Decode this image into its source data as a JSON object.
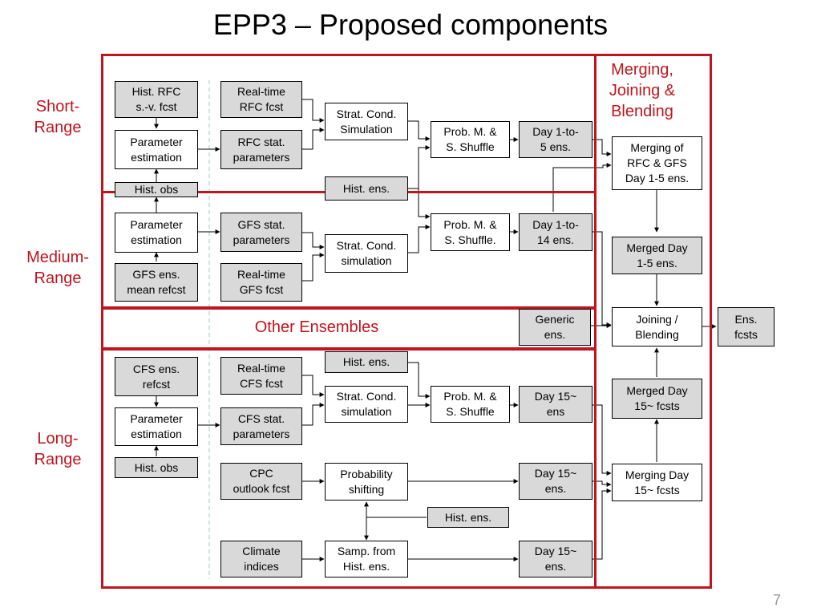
{
  "title": "EPP3 – Proposed components",
  "page_number": "7",
  "regions": {
    "short": "Short-\nRange",
    "medium": "Medium-\nRange",
    "long": "Long-\nRange",
    "other": "Other Ensembles",
    "merging": "Merging,\nJoining &\nBlending"
  },
  "nodes": {
    "hist_rfc": "Hist. RFC\ns.-v. fcst",
    "param_est_short": "Parameter\nestimation",
    "hist_obs_short": "Hist. obs",
    "rt_rfc": "Real-time\nRFC fcst",
    "rfc_stat": "RFC stat.\nparameters",
    "strat_short": "Strat. Cond.\nSimulation",
    "hist_ens_short": "Hist. ens.",
    "prob_short": "Prob. M. &\nS. Shuffle",
    "day1_5": "Day 1-to-\n5 ens.",
    "param_est_med": "Parameter\nestimation",
    "gfs_mean": "GFS ens.\nmean refcst",
    "gfs_stat": "GFS stat.\nparameters",
    "rt_gfs": "Real-time\nGFS fcst",
    "strat_med": "Strat. Cond.\nsimulation",
    "prob_med": "Prob. M. &\nS. Shuffle.",
    "day1_14": "Day 1-to-\n14 ens.",
    "generic": "Generic\nens.",
    "cfs_refcst": "CFS ens.\nrefcst",
    "param_est_long": "Parameter\nestimation",
    "hist_obs_long": "Hist. obs",
    "rt_cfs": "Real-time\nCFS fcst",
    "cfs_stat": "CFS stat.\nparameters",
    "hist_ens_long1": "Hist. ens.",
    "strat_long": "Strat. Cond.\nsimulation",
    "prob_long": "Prob. M. &\nS. Shuffle",
    "day15_a": "Day 15~\nens",
    "cpc": "CPC\noutlook fcst",
    "prob_shift": "Probability\nshifting",
    "day15_b": "Day 15~\nens.",
    "hist_ens_long2": "Hist. ens.",
    "climate": "Climate\nindices",
    "samp": "Samp. from\nHist. ens.",
    "day15_c": "Day 15~\nens.",
    "merge_rfc_gfs": "Merging of\nRFC & GFS\nDay 1-5 ens.",
    "merged_1_5": "Merged Day\n1-5 ens.",
    "join_blend": "Joining /\nBlending",
    "ens_fcsts": "Ens.\nfcsts",
    "merged_15": "Merged Day\n15~ fcsts",
    "merging_15": "Merging Day\n15~ fcsts"
  },
  "colors": {
    "region_border": "#c0141e",
    "gray_box": "#d9d9d9",
    "separator": "#9fc9c9"
  }
}
